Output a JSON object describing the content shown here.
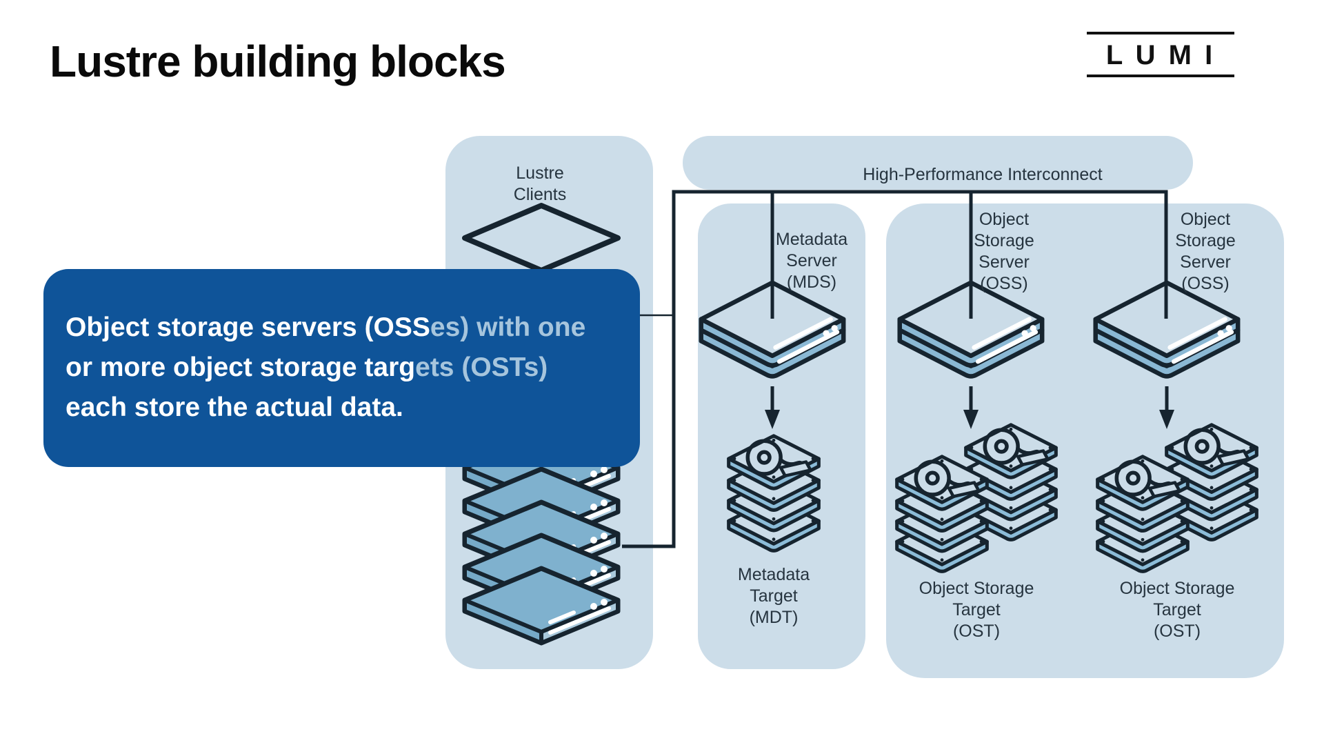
{
  "slide": {
    "title": "Lustre building blocks",
    "logo": "L U M I"
  },
  "colors": {
    "box-fill": "#ccdde9",
    "outline": "#16242f",
    "icon-blue": "#8ab8d4",
    "callout-bg": "#0f5499",
    "callout-highlight": "#a6c5dd",
    "label-text": "#26343f"
  },
  "diagram": {
    "clients_label": "Lustre\nClients",
    "interconnect_label": "High-Performance Interconnect",
    "mds_label": "Metadata\nServer\n(MDS)",
    "oss1_label": "Object\nStorage\nServer\n(OSS)",
    "oss2_label": "Object\nStorage\nServer\n(OSS)",
    "mdt_label": "Metadata\nTarget\n(MDT)",
    "ost1_label": "Object Storage\nTarget\n(OST)",
    "ost2_label": "Object Storage\nTarget\n(OST)"
  },
  "callout": {
    "lines": [
      {
        "main": "Object storage servers (OSS",
        "highlight": "es) with one"
      },
      {
        "main": "or more object storage targ",
        "highlight": "ets (OSTs)"
      },
      {
        "main": "each store the actual data.",
        "highlight": ""
      }
    ]
  }
}
